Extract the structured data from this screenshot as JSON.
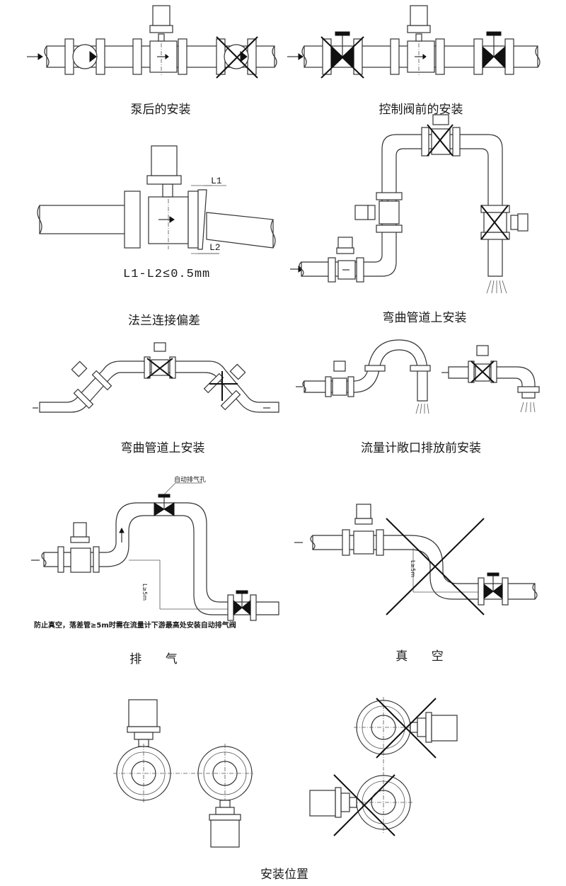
{
  "panels": [
    {
      "id": "after-pump",
      "caption": "泵后的安装"
    },
    {
      "id": "before-control-valve",
      "caption": "控制阀前的安装"
    },
    {
      "id": "flange-deviation",
      "caption": "法兰连接偏差",
      "dimension_labels": {
        "l1": "L1",
        "l2": "L2"
      },
      "formula": "L1-L2≤0.5mm"
    },
    {
      "id": "bent-pipe-vertical",
      "caption": "弯曲管道上安装"
    },
    {
      "id": "bent-pipe-sloped",
      "caption": "弯曲管道上安装"
    },
    {
      "id": "open-discharge",
      "caption": "流量计敞口排放前安装"
    },
    {
      "id": "venting",
      "caption": "排 气",
      "valve_label": "自动排气孔",
      "height_label": "L≥5m",
      "note": "防止真空，落差管≥5m时需在流量计下游最高处安装自动排气阀"
    },
    {
      "id": "vacuum",
      "caption": "真 空",
      "height_label": "L≥5m"
    },
    {
      "id": "mounting-position",
      "caption": "安装位置"
    }
  ],
  "legend": {
    "correct": "no cross",
    "incorrect": "crossed out (X)"
  }
}
